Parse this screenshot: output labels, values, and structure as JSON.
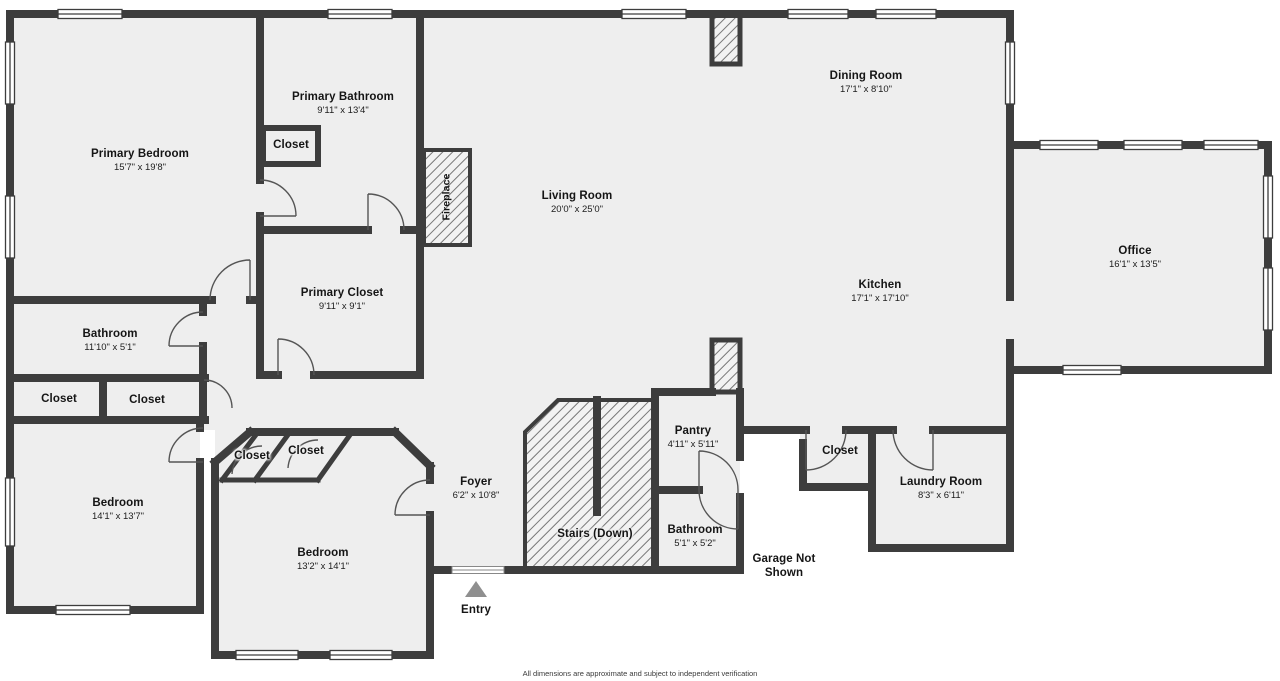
{
  "plan": {
    "rooms": {
      "primary_bedroom": {
        "name": "Primary Bedroom",
        "dims": "15'7\" x 19'8\""
      },
      "primary_bathroom": {
        "name": "Primary Bathroom",
        "dims": "9'11\" x 13'4\""
      },
      "pb_closet": {
        "name": "Closet"
      },
      "primary_closet": {
        "name": "Primary Closet",
        "dims": "9'11\" x 9'1\""
      },
      "living_room": {
        "name": "Living Room",
        "dims": "20'0\" x 25'0\""
      },
      "dining_room": {
        "name": "Dining Room",
        "dims": "17'1\" x 8'10\""
      },
      "kitchen": {
        "name": "Kitchen",
        "dims": "17'1\" x 17'10\""
      },
      "office": {
        "name": "Office",
        "dims": "16'1\" x 13'5\""
      },
      "bathroom": {
        "name": "Bathroom",
        "dims": "11'10\" x 5'1\""
      },
      "hall_closet_a": {
        "name": "Closet"
      },
      "hall_closet_b": {
        "name": "Closet"
      },
      "bedroom_a": {
        "name": "Bedroom",
        "dims": "14'1\" x 13'7\""
      },
      "bedroom_closet_a": {
        "name": "Closet"
      },
      "bedroom_closet_b": {
        "name": "Closet"
      },
      "bedroom_b": {
        "name": "Bedroom",
        "dims": "13'2\" x 14'1\""
      },
      "foyer": {
        "name": "Foyer",
        "dims": "6'2\" x 10'8\""
      },
      "stairs": {
        "name": "Stairs (Down)"
      },
      "pantry": {
        "name": "Pantry",
        "dims": "4'11\" x 5'11\""
      },
      "bathroom_small": {
        "name": "Bathroom",
        "dims": "5'1\" x 5'2\""
      },
      "laundry_closet": {
        "name": "Closet"
      },
      "laundry_room": {
        "name": "Laundry Room",
        "dims": "8'3\" x 6'11\""
      }
    },
    "fireplace_label": "Fireplace",
    "garage_note": "Garage Not Shown",
    "entry_label": "Entry",
    "footer": "All dimensions are approximate and subject to independent verification",
    "colors": {
      "wall": "#3d3d3d",
      "floor": "#eeeeee",
      "background": "#ffffff",
      "entry_arrow": "#8f8f8f"
    }
  }
}
